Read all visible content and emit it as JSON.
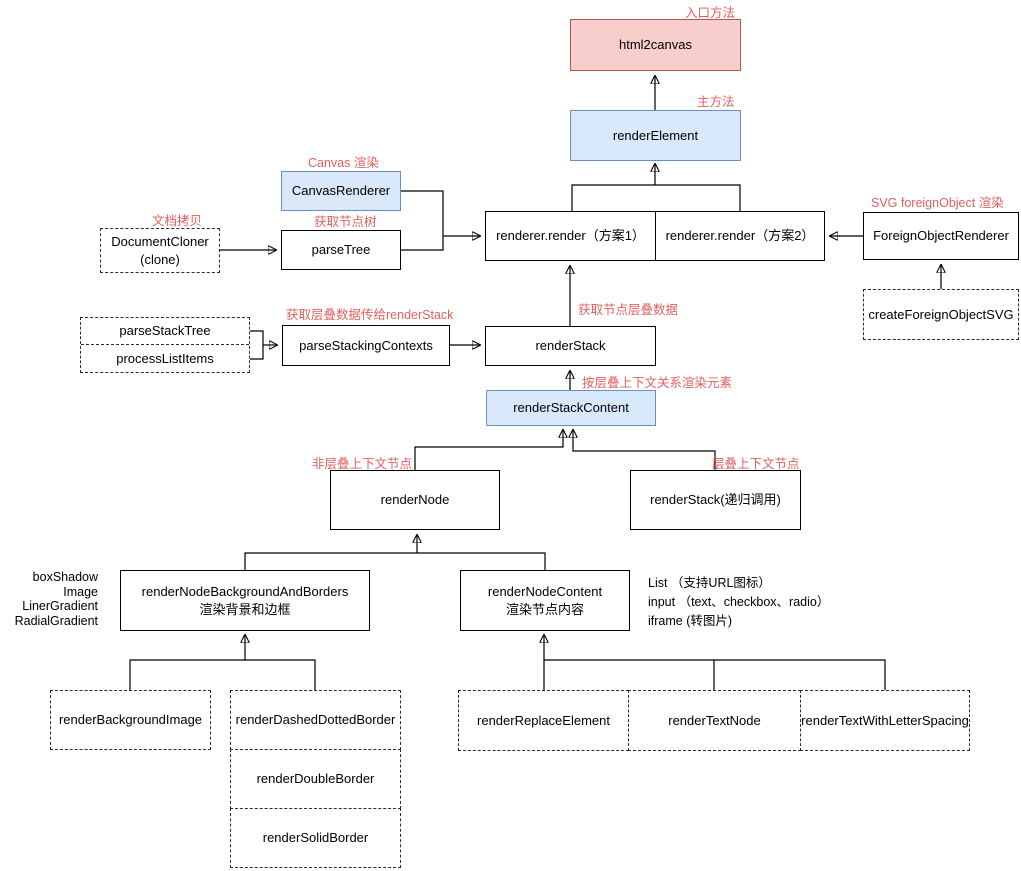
{
  "diagram": {
    "nodes": {
      "html2canvas": "html2canvas",
      "render_element": "renderElement",
      "canvas_renderer": "CanvasRenderer",
      "document_cloner": [
        "DocumentCloner",
        "(clone)"
      ],
      "parse_tree": "parseTree",
      "renderer_render_1": "renderer.render（方案1）",
      "renderer_render_2": "renderer.render（方案2）",
      "foreign_object_renderer": "ForeignObjectRenderer",
      "create_foreign_object_svg": "createForeignObjectSVG",
      "parse_stack_tree": "parseStackTree",
      "process_list_items": "processListItems",
      "parse_stacking_contexts": "parseStackingContexts",
      "render_stack": "renderStack",
      "render_stack_content": "renderStackContent",
      "render_node": "renderNode",
      "render_stack_recursive": "renderStack(递归调用)",
      "render_node_background_and_borders": [
        "renderNodeBackgroundAndBorders",
        "渲染背景和边框"
      ],
      "render_node_content": [
        "renderNodeContent",
        "渲染节点内容"
      ],
      "render_background_image": "renderBackgroundImage",
      "render_dashed_dotted_border": "renderDashedDottedBorder",
      "render_double_border": "renderDoubleBorder",
      "render_solid_border": "renderSolidBorder",
      "render_replace_element": "renderReplaceElement",
      "render_text_node": "renderTextNode",
      "render_text_with_letter_spacing": "renderTextWithLetterSpacing"
    },
    "labels": {
      "entry_method": "入口方法",
      "main_method": "主方法",
      "canvas_render": "Canvas 渲染",
      "doc_copy": "文档拷贝",
      "get_node_tree": "获取节点树",
      "svg_foreign_object_render": "SVG foreignObject 渲染",
      "pass_stack_data": "获取层叠数据传给renderStack",
      "get_node_stack_data": "获取节点层叠数据",
      "render_by_stacking_context": "按层叠上下文关系渲染元素",
      "non_stacking_context_node": "非层叠上下文节点",
      "stacking_context_node": "层叠上下文节点"
    },
    "side_notes": {
      "left_lines": [
        "boxShadow",
        "Image",
        "LinerGradient",
        "RadialGradient"
      ],
      "right_lines": [
        "List （支持URL图标）",
        "input （text、checkbox、radio）",
        "iframe (转图片)"
      ]
    },
    "colors": {
      "entry_fill": "#f8cecc",
      "entry_border": "#b85450",
      "highlight_fill": "#dae8fc",
      "highlight_border": "#6c8ebf",
      "label_red": "#e05f5f",
      "line": "#000000"
    }
  }
}
